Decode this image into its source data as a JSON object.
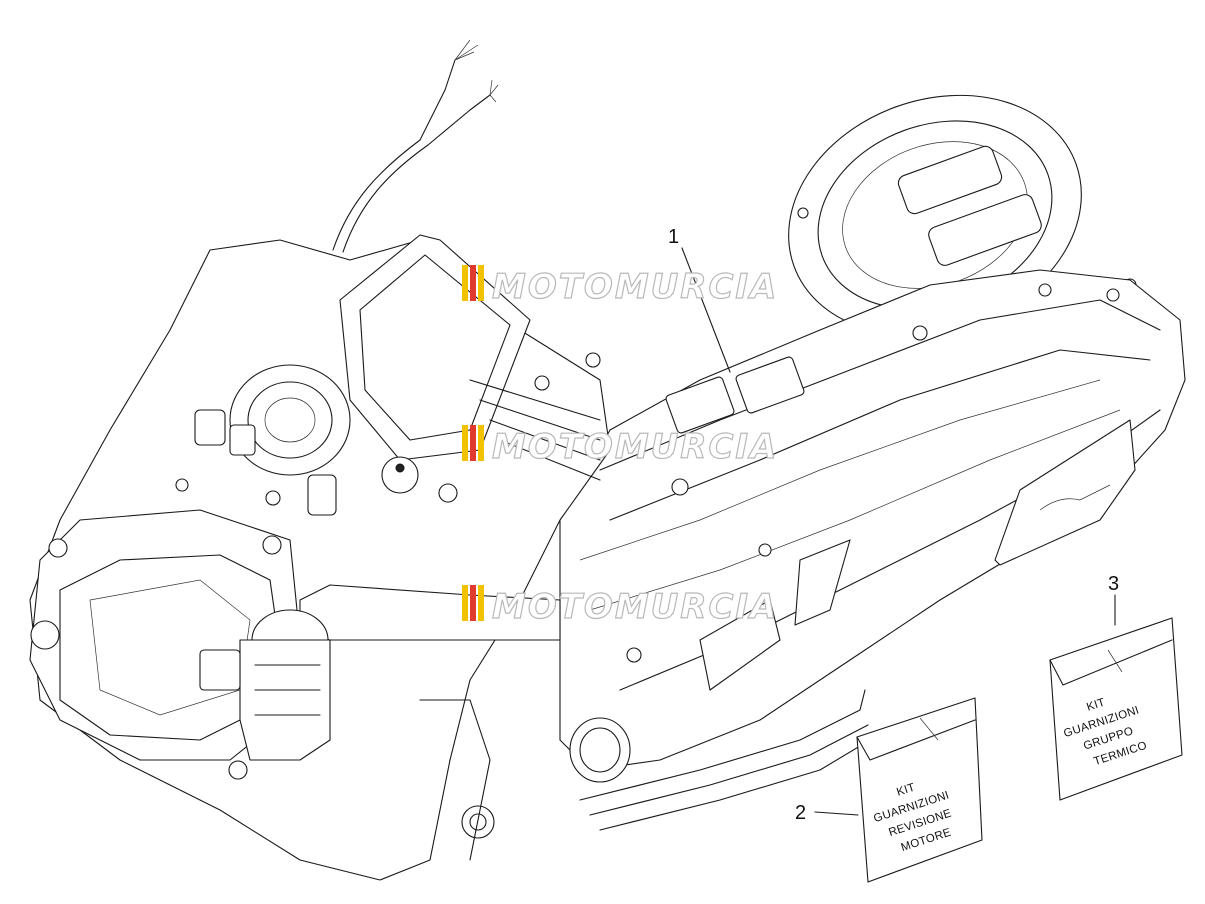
{
  "diagram": {
    "subject": "scooter engine assembly exploded parts diagram",
    "callouts": [
      {
        "id": "1",
        "label": "1"
      },
      {
        "id": "2",
        "label": "2"
      },
      {
        "id": "3",
        "label": "3"
      }
    ],
    "kits": {
      "kit2": {
        "lines": [
          "KIT",
          "GUARNIZIONI",
          "REVISIONE",
          "MOTORE"
        ]
      },
      "kit3": {
        "lines": [
          "KIT",
          "GUARNIZIONI",
          "GRUPPO",
          "TERMICO"
        ]
      }
    },
    "watermark": {
      "text": "MOTOMURCIA",
      "flag_colors": [
        "#f2c200",
        "#e03a2f",
        "#f2c200"
      ]
    },
    "colors": {
      "line": "#1a1a1a",
      "background": "#ffffff",
      "watermark_outline": "#b9b9b9"
    }
  }
}
